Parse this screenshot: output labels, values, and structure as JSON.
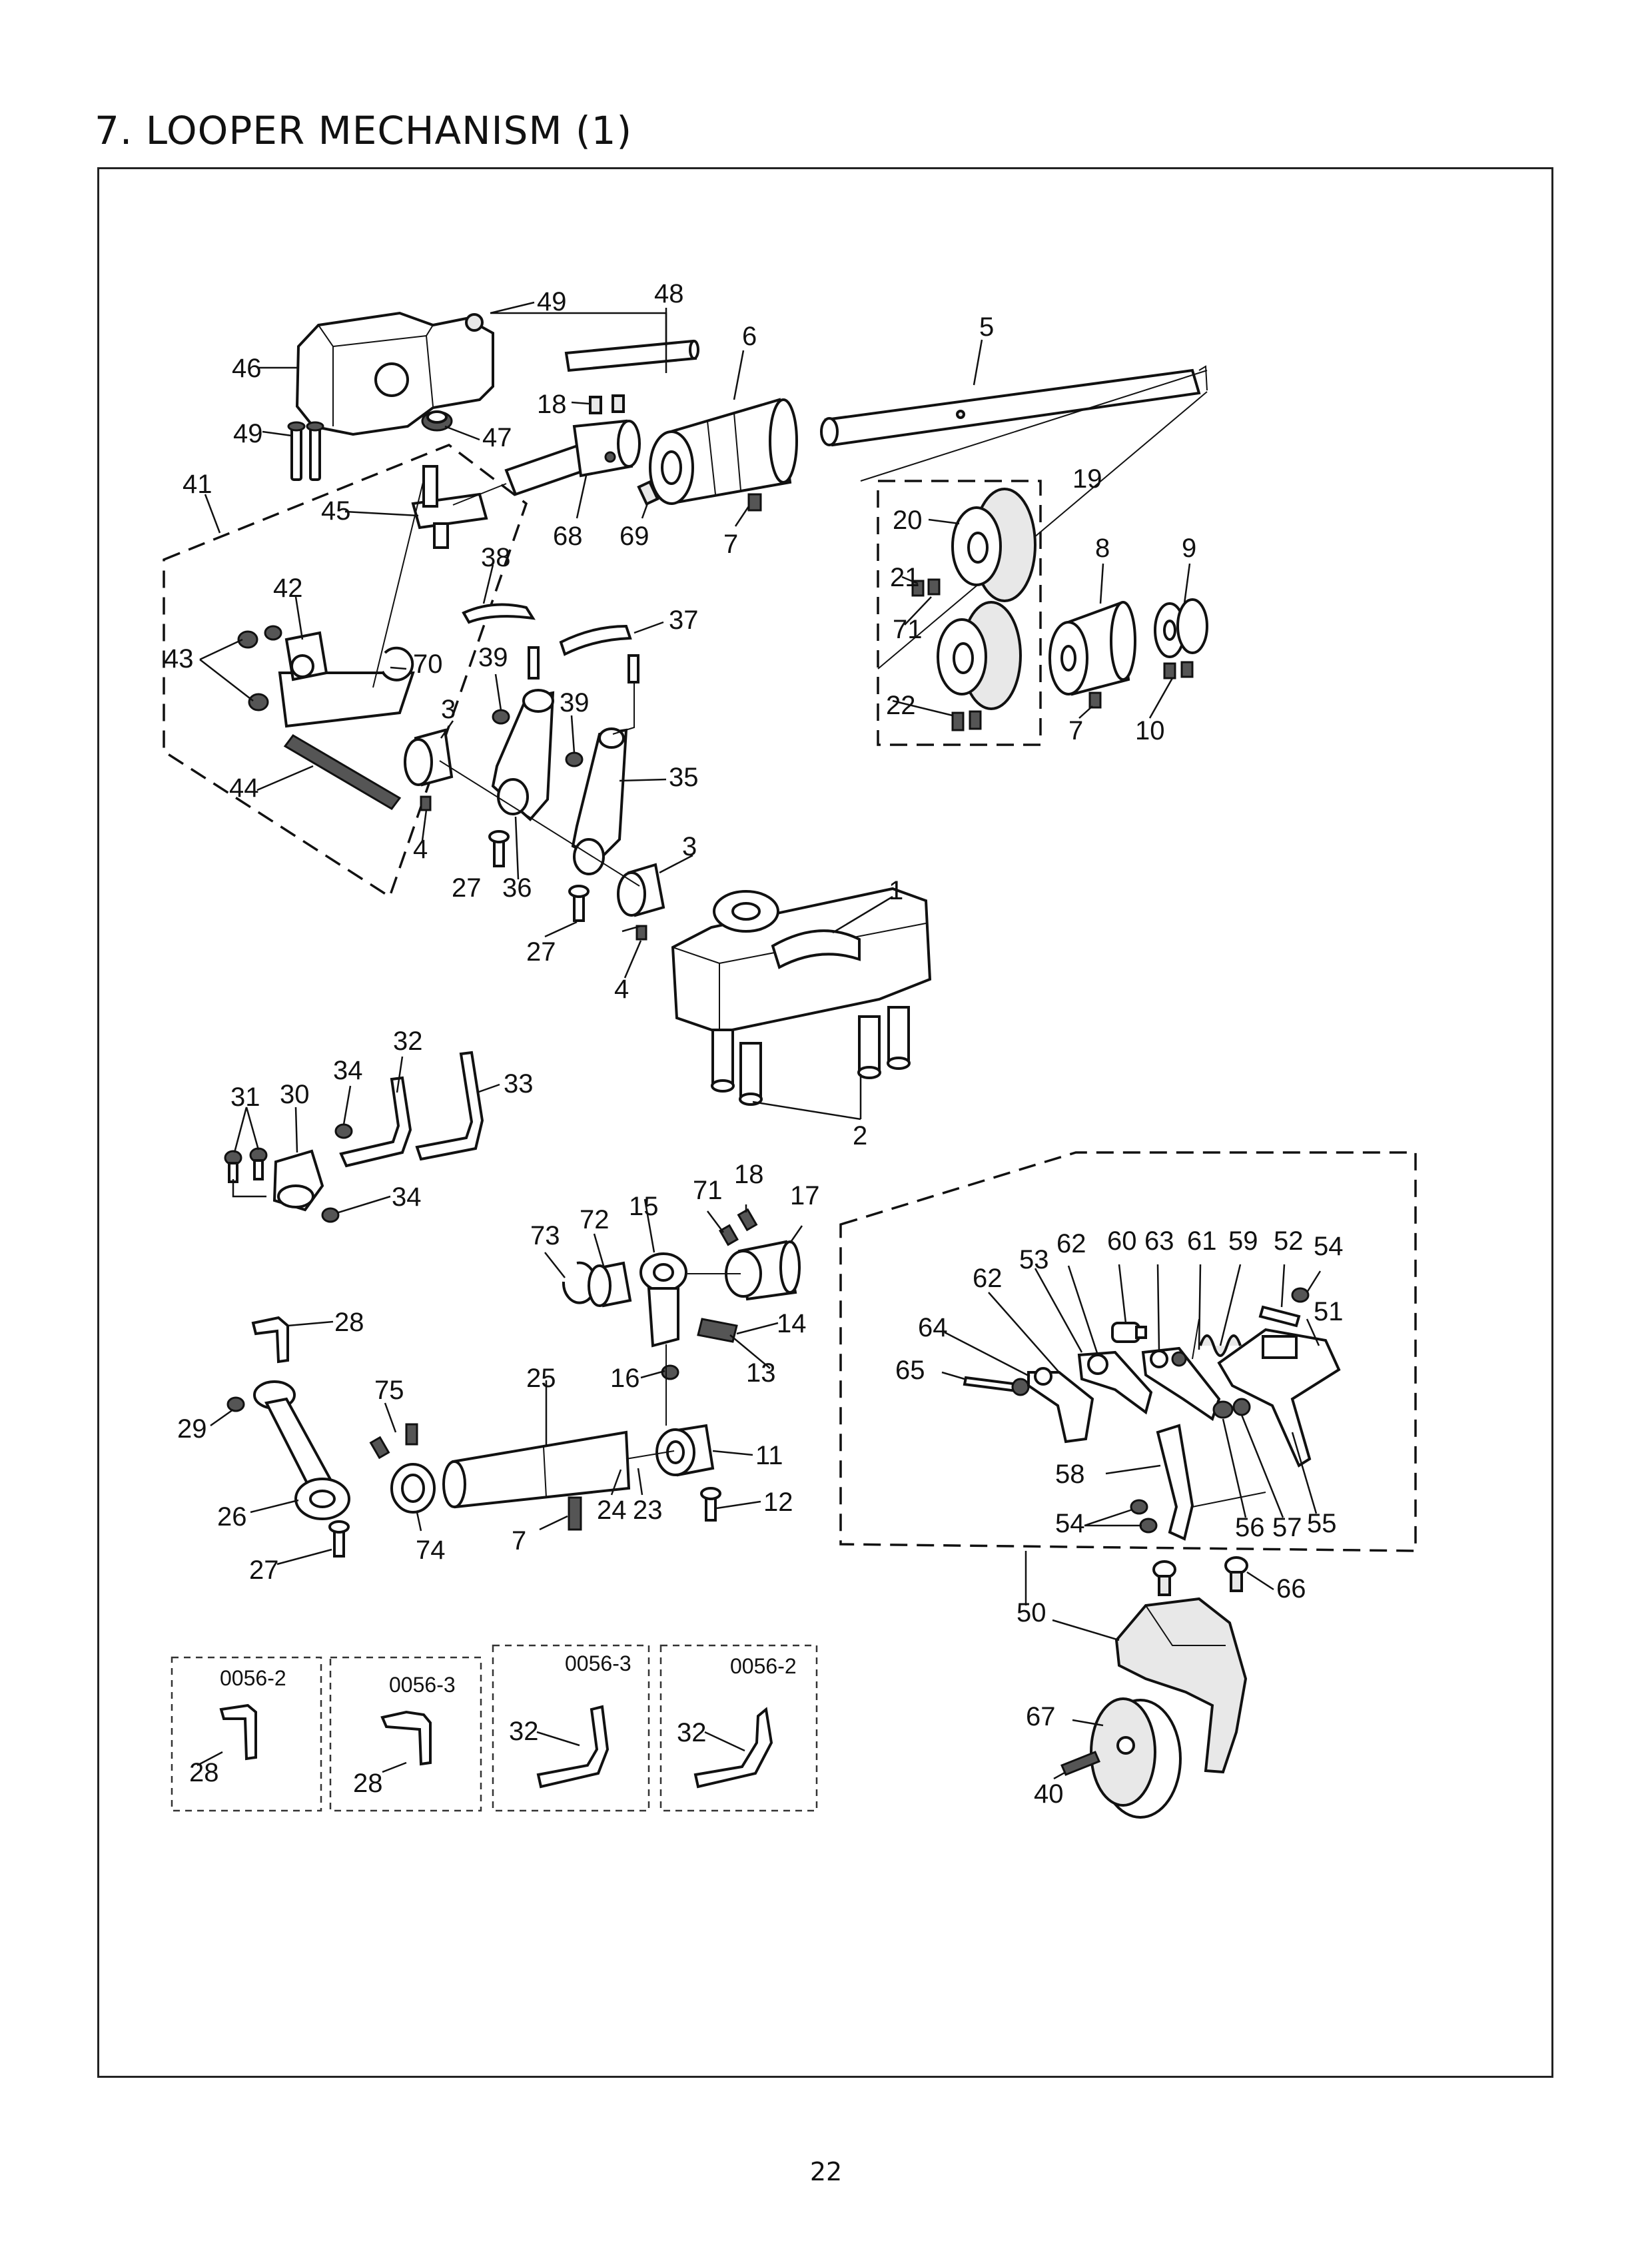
{
  "page": {
    "title": "7. LOOPER MECHANISM  (1)",
    "page_number": "22"
  },
  "variants": [
    {
      "code": "0056-2",
      "part": "28"
    },
    {
      "code": "0056-3",
      "part": "28"
    },
    {
      "code": "0056-3",
      "part": "32"
    },
    {
      "code": "0056-2",
      "part": "32"
    }
  ],
  "labels": {
    "p1": "1",
    "p2": "2",
    "p3a": "3",
    "p3b": "3",
    "p4a": "4",
    "p4b": "4",
    "p5": "5",
    "p6": "6",
    "p7a": "7",
    "p7b": "7",
    "p7c": "7",
    "p8": "8",
    "p9": "9",
    "p10": "10",
    "p11": "11",
    "p12": "12",
    "p13": "13",
    "p14": "14",
    "p15": "15",
    "p16": "16",
    "p17": "17",
    "p18a": "18",
    "p18b": "18",
    "p19": "19",
    "p20": "20",
    "p21": "21",
    "p22": "22",
    "p23": "23",
    "p24": "24",
    "p25": "25",
    "p26": "26",
    "p27a": "27",
    "p27b": "27",
    "p27c": "27",
    "p28": "28",
    "p29": "29",
    "p30": "30",
    "p31": "31",
    "p32": "32",
    "p33": "33",
    "p34a": "34",
    "p34b": "34",
    "p35": "35",
    "p36": "36",
    "p37": "37",
    "p38": "38",
    "p39a": "39",
    "p39b": "39",
    "p40": "40",
    "p41": "41",
    "p42": "42",
    "p43": "43",
    "p44": "44",
    "p45": "45",
    "p46": "46",
    "p47": "47",
    "p48": "48",
    "p49a": "49",
    "p49b": "49",
    "p50": "50",
    "p51": "51",
    "p52": "52",
    "p53": "53",
    "p54a": "54",
    "p54b": "54",
    "p55": "55",
    "p56": "56",
    "p57": "57",
    "p58": "58",
    "p59": "59",
    "p60": "60",
    "p61": "61",
    "p62a": "62",
    "p62b": "62",
    "p63": "63",
    "p64": "64",
    "p65": "65",
    "p66": "66",
    "p67": "67",
    "p68": "68",
    "p69": "69",
    "p70": "70",
    "p71a": "71",
    "p71b": "71",
    "p72": "72",
    "p73": "73",
    "p74": "74",
    "p75": "75"
  }
}
